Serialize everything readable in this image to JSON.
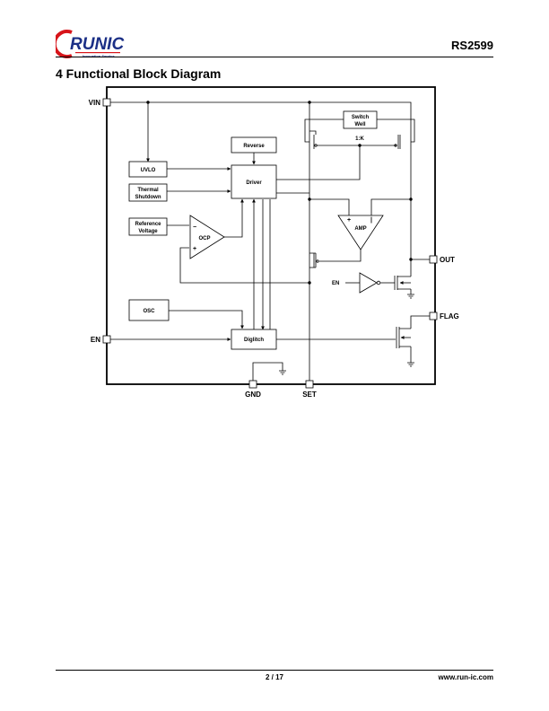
{
  "header": {
    "logo_text": "RUNIC",
    "logo_tagline": "Innovation Service",
    "part_number": "RS2599"
  },
  "section_title": "4 Functional Block Diagram",
  "diagram": {
    "pins": {
      "vin": "VIN",
      "en": "EN",
      "gnd": "GND",
      "set": "SET",
      "out": "OUT",
      "flag": "FLAG"
    },
    "blocks": {
      "uvlo": "UVLO",
      "thermal_1": "Thermal",
      "thermal_2": "Shutdown",
      "reference_1": "Reference",
      "reference_2": "Voltage",
      "ocp": "OCP",
      "osc": "OSC",
      "reverse": "Reverse",
      "driver": "Driver",
      "deglitch": "Diglitch",
      "switch_well_1": "Switch",
      "switch_well_2": "Well",
      "amp": "AMP",
      "ratio": "1:K",
      "en_internal": "EN"
    },
    "signs": {
      "minus": "−",
      "plus": "+",
      "pipe": "|"
    }
  },
  "footer": {
    "page": "2 / 17",
    "url": "www.run-ic.com"
  },
  "colors": {
    "logo_red": "#d7141a",
    "logo_blue": "#1b2f86",
    "line": "#000000"
  }
}
